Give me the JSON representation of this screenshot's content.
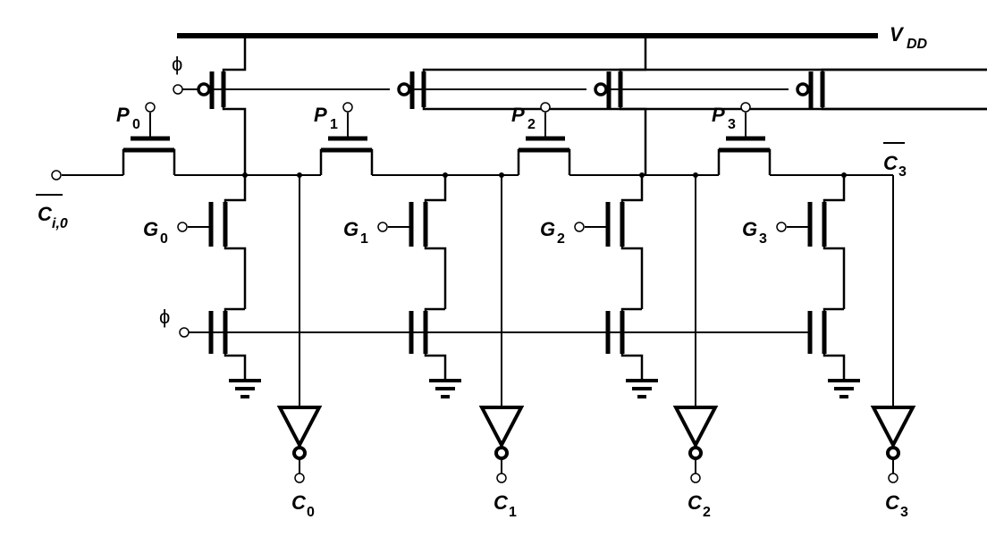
{
  "labels": {
    "vdd": "V",
    "vdd_sub": "DD",
    "phi": "ϕ",
    "p": "P",
    "g": "G",
    "c": "C",
    "cin": "C",
    "cin_sub": "i,0",
    "c3bar": "C",
    "c3bar_sub": "3"
  },
  "stages": [
    "0",
    "1",
    "2",
    "3"
  ]
}
